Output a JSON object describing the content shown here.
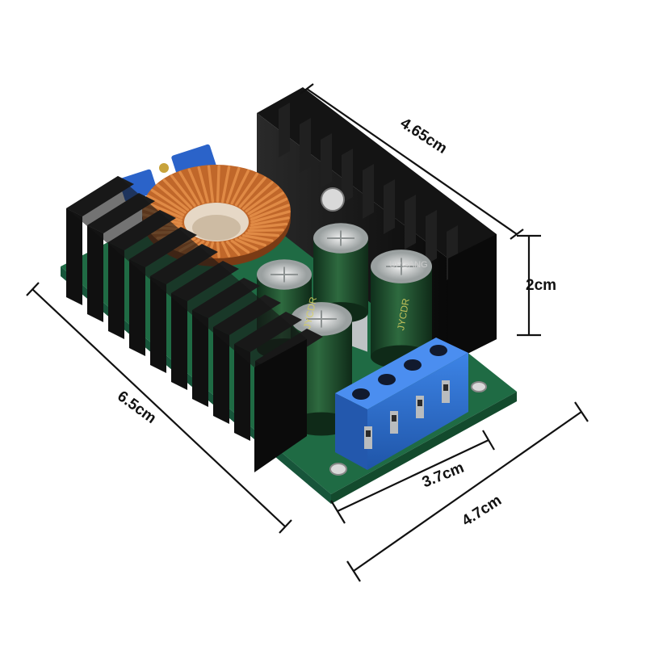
{
  "dimensions": {
    "length": "4.65cm",
    "height": "2cm",
    "depth": "6.5cm",
    "terminal_width": "3.7cm",
    "board_width": "4.7cm"
  },
  "markings": {
    "capacitor_brand": "JYCDR",
    "watermark": "UPGANG"
  },
  "colors": {
    "heatsink": "#141414",
    "pcb": "#1f6b44",
    "terminal_block": "#2f6fd0",
    "capacitor": "#1d4a2c",
    "inductor": "#c0672a",
    "dimension_line": "#111111"
  }
}
